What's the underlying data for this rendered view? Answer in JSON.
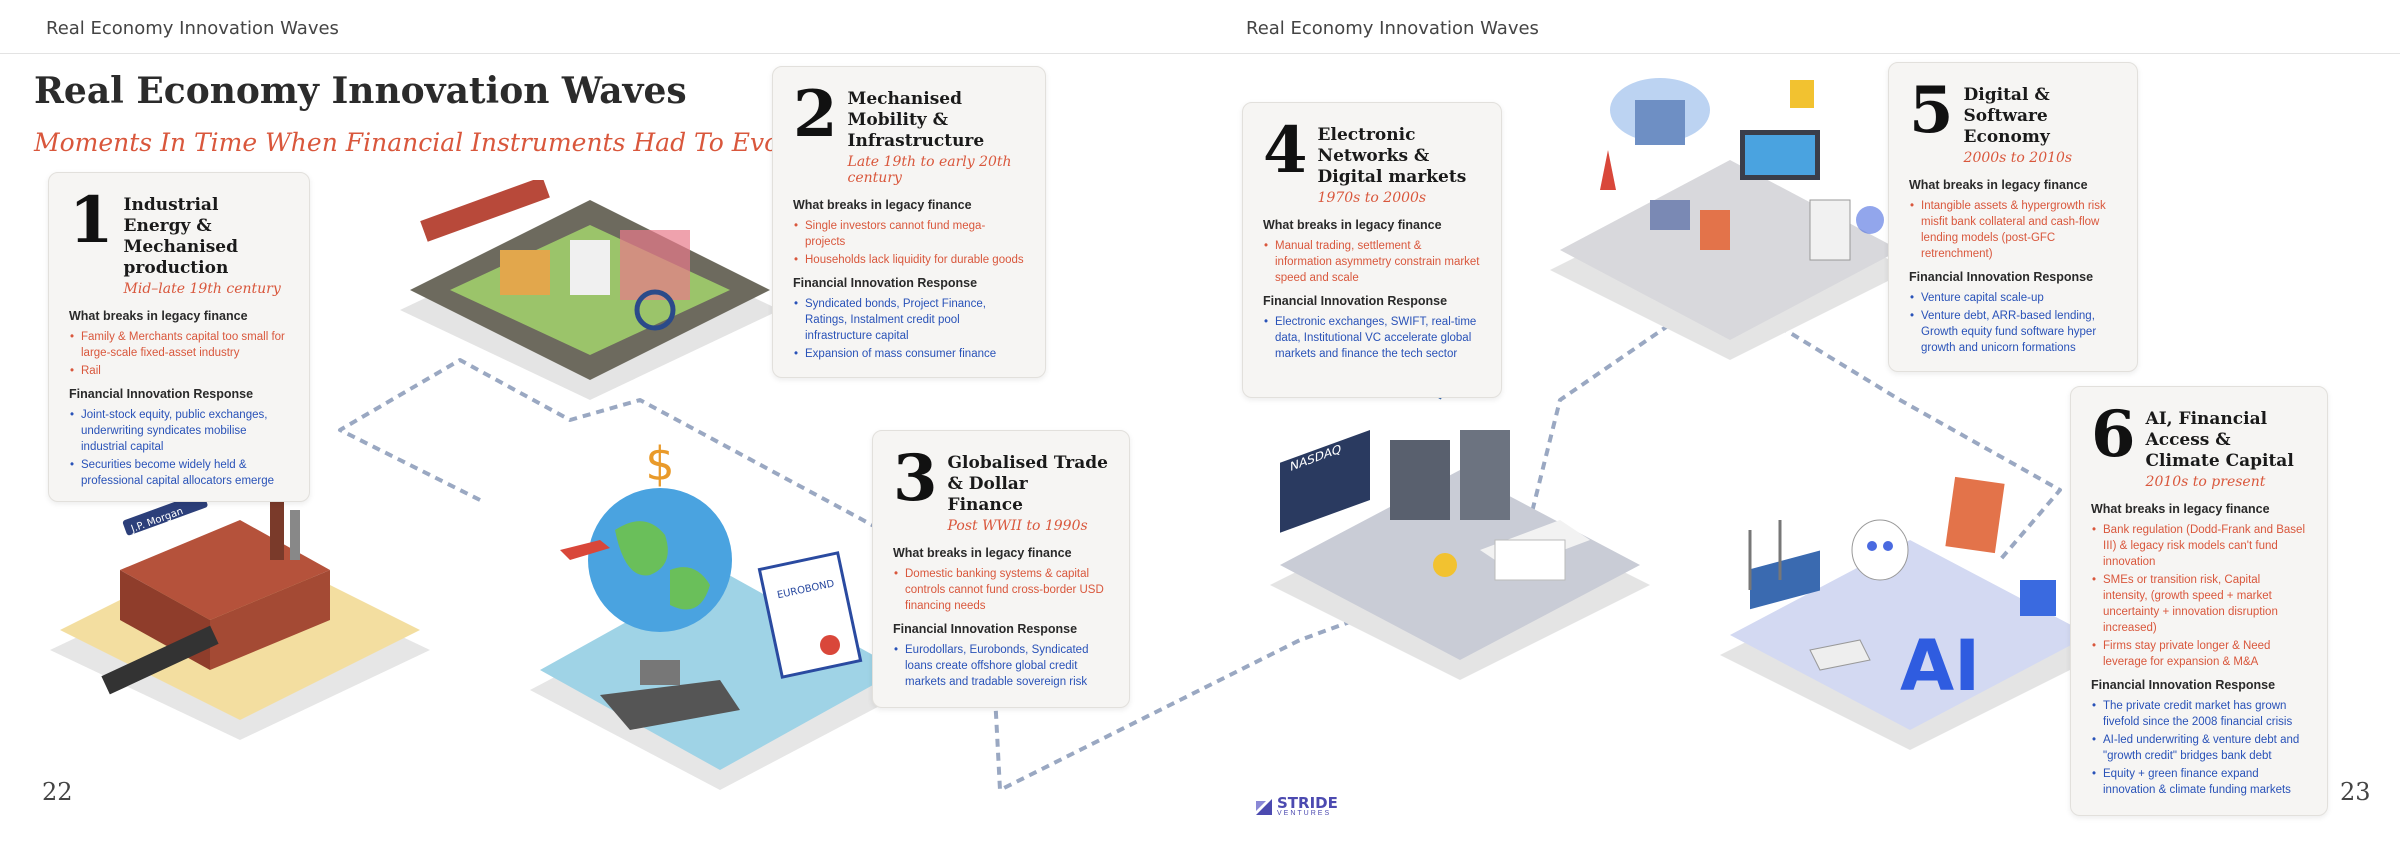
{
  "header": {
    "left": "Real Economy Innovation Waves",
    "right": "Real Economy Innovation Waves"
  },
  "title": "Real Economy Innovation Waves",
  "subtitle": "Moments In Time When Financial Instruments Had To Evolve",
  "page_numbers": {
    "left": "22",
    "right": "23"
  },
  "labels": {
    "breaks": "What breaks in legacy finance",
    "response": "Financial Innovation Response"
  },
  "illustration_labels": {
    "jp_morgan": "J.P. Morgan",
    "eurobond": "EUROBOND",
    "nasdaq": "NASDAQ",
    "ai": "AI"
  },
  "logo": {
    "name": "STRIDE",
    "sub": "VENTURES"
  },
  "colors": {
    "accent": "#d9573c",
    "link": "#2952b8",
    "brand": "#4c4ab0"
  },
  "waves": [
    {
      "num": "1",
      "title": "Industrial Energy & Mechanised production",
      "era": "Mid–late 19th century",
      "breaks": [
        "Family & Merchants capital too small for large-scale fixed-asset industry",
        "Rail"
      ],
      "response": [
        "Joint-stock equity, public exchanges, underwriting syndicates mobilise industrial capital",
        "Securities become widely held & professional capital allocators emerge"
      ]
    },
    {
      "num": "2",
      "title": "Mechanised Mobility & Infrastructure",
      "era": "Late 19th to early 20th century",
      "breaks": [
        "Single investors cannot fund mega-projects",
        "Households lack liquidity for durable goods"
      ],
      "response": [
        "Syndicated bonds, Project Finance, Ratings, Instalment credit pool infrastructure capital",
        "Expansion of mass consumer finance"
      ]
    },
    {
      "num": "3",
      "title": "Globalised Trade & Dollar Finance",
      "era": "Post WWII to 1990s",
      "breaks": [
        "Domestic banking systems & capital controls cannot fund cross-border USD financing needs"
      ],
      "response": [
        "Eurodollars, Eurobonds, Syndicated loans create offshore global credit markets and tradable sovereign risk"
      ]
    },
    {
      "num": "4",
      "title": "Electronic Networks & Digital markets",
      "era": "1970s to 2000s",
      "breaks": [
        "Manual trading, settlement & information asymmetry constrain market speed and scale"
      ],
      "response": [
        "Electronic exchanges, SWIFT, real-time data, Institutional VC accelerate global markets and finance the tech sector"
      ]
    },
    {
      "num": "5",
      "title": "Digital & Software Economy",
      "era": "2000s to 2010s",
      "breaks": [
        "Intangible assets & hypergrowth risk misfit bank collateral and cash-flow lending models (post-GFC retrenchment)"
      ],
      "response": [
        "Venture capital scale-up",
        "Venture debt, ARR-based lending, Growth equity fund software hyper growth and unicorn formations"
      ]
    },
    {
      "num": "6",
      "title": "AI, Financial Access & Climate Capital",
      "era": "2010s to present",
      "breaks": [
        "Bank regulation (Dodd-Frank and Basel III) & legacy risk models can't fund innovation",
        "SMEs or transition risk, Capital intensity, (growth speed + market uncertainty + innovation disruption increased)",
        "Firms stay private longer & Need leverage for expansion & M&A"
      ],
      "response": [
        "The private credit market has grown fivefold since the 2008 financial crisis",
        "AI-led underwriting & venture debt and \"growth credit\" bridges bank debt",
        "Equity + green finance expand innovation & climate funding markets"
      ]
    }
  ]
}
